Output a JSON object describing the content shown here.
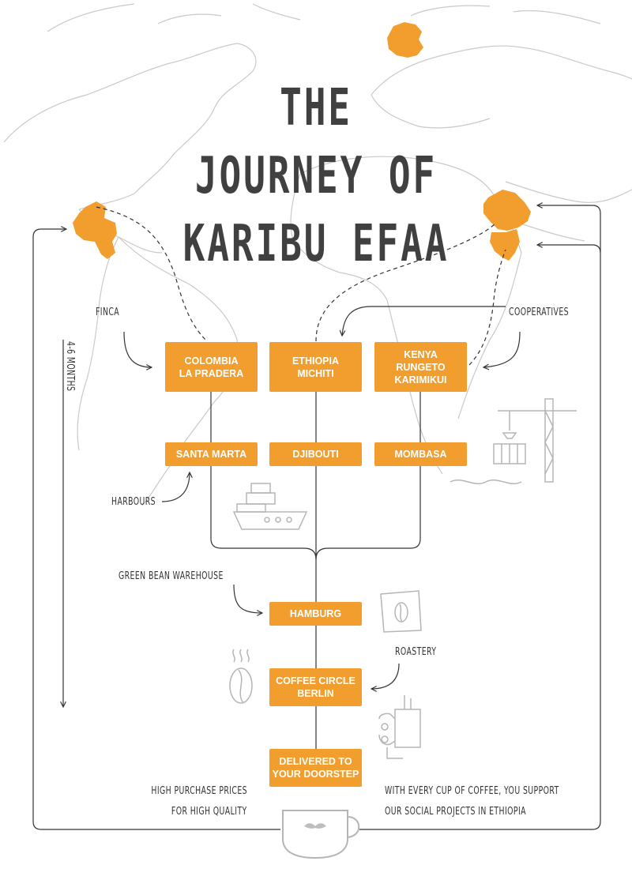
{
  "title": {
    "line1": "THE",
    "line2": "JOURNEY OF",
    "line3": "KARIBU EFAA"
  },
  "origins": [
    {
      "line1": "COLOMBIA",
      "line2": "LA PRADERA",
      "line3": ""
    },
    {
      "line1": "ETHIOPIA",
      "line2": "MICHITI",
      "line3": ""
    },
    {
      "line1": "KENYA",
      "line2": "RUNGETO",
      "line3": "KARIMIKUI"
    }
  ],
  "harbours": [
    "SANTA MARTA",
    "DJIBOUTI",
    "MOMBASA"
  ],
  "stages": {
    "warehouse": "HAMBURG",
    "roastery_line1": "COFFEE CIRCLE",
    "roastery_line2": "BERLIN",
    "delivery_line1": "DELIVERED TO",
    "delivery_line2": "YOUR DOORSTEP"
  },
  "labels": {
    "finca": "FINCA",
    "cooperatives": "COOPERATIVES",
    "harbours": "HARBOURS",
    "green_bean": "GREEN BEAN WAREHOUSE",
    "roastery": "ROASTERY",
    "duration": "4-6 MONTHS",
    "left_note_line1": "HIGH PURCHASE PRICES",
    "left_note_line2": "FOR HIGH QUALITY",
    "right_note_line1": "WITH EVERY CUP OF COFFEE, YOU SUPPORT",
    "right_note_line2": "OUR SOCIAL PROJECTS IN ETHIOPIA"
  },
  "colors": {
    "accent": "#f29e2e",
    "text": "#404040",
    "map_lines": "#c8c8c8"
  }
}
